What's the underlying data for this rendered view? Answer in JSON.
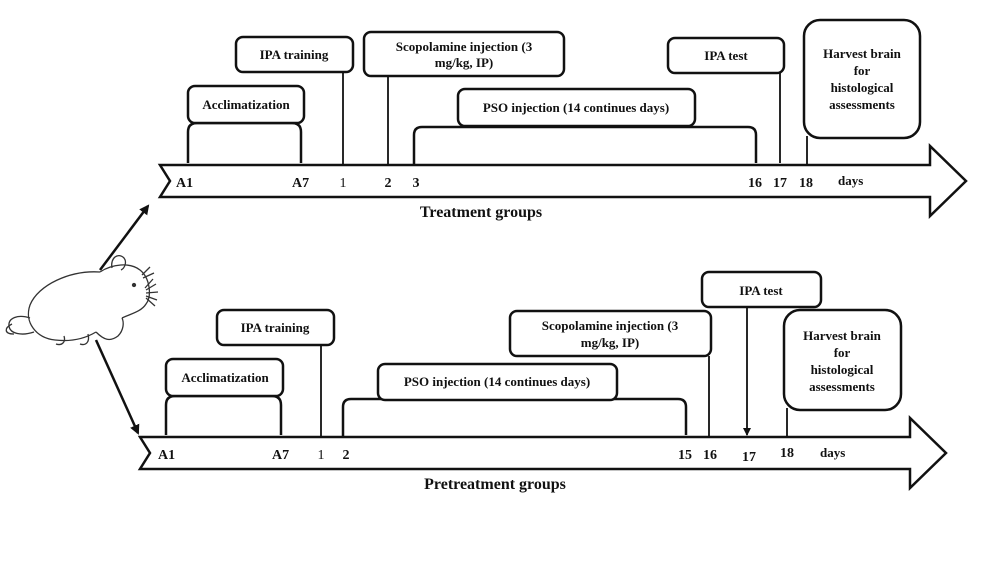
{
  "treatment": {
    "title": "Treatment groups",
    "boxes": {
      "acclimatization": "Acclimatization",
      "ipa_training": "IPA  training",
      "scopolamine_l1": "Scopolamine injection (3",
      "scopolamine_l2": "mg/kg, IP)",
      "pso": "PSO injection (14 continues days)",
      "ipa_test": "IPA test",
      "harvest_l1": "Harvest brain",
      "harvest_l2": "for",
      "harvest_l3": "histological",
      "harvest_l4": "assessments"
    },
    "ticks": {
      "a1": "A1",
      "a7": "A7",
      "d1": "1",
      "d2": "2",
      "d3": "3",
      "d16": "16",
      "d17": "17",
      "d18": "18",
      "days": "days"
    }
  },
  "pretreatment": {
    "title": "Pretreatment groups",
    "boxes": {
      "acclimatization": "Acclimatization",
      "ipa_training": "IPA  training",
      "pso": "PSO injection (14 continues days)",
      "scopolamine_l1": "Scopolamine injection (3",
      "scopolamine_l2": "mg/kg, IP)",
      "ipa_test": "IPA test",
      "harvest_l1": "Harvest brain",
      "harvest_l2": "for",
      "harvest_l3": "histological",
      "harvest_l4": "assessments"
    },
    "ticks": {
      "a1": "A1",
      "a7": "A7",
      "d1": "1",
      "d2": "2",
      "d15": "15",
      "d16": "16",
      "d17": "17",
      "d18": "18",
      "days": "days"
    }
  }
}
